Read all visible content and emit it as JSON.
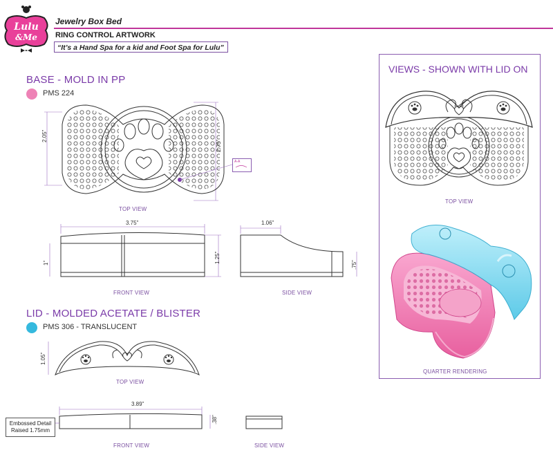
{
  "header": {
    "logo_text": "Lulu & Me",
    "title": "Jewelry Box Bed",
    "subtitle": "RING CONTROL ARTWORK",
    "quote": "“It’s a Hand Spa for a kid and Foot Spa for Lulu”"
  },
  "base": {
    "title": "BASE - MOLD IN PP",
    "pms": "PMS 224",
    "color": "#ee82b6",
    "top_view_label": "TOP VIEW",
    "front_view_label": "FRONT VIEW",
    "side_view_label": "SIDE VIEW",
    "dim_height": "2.05”",
    "dim_depth": "2.75”",
    "dim_width": "3.75”",
    "dim_front_height": "1”",
    "dim_front_total": "1.25”",
    "dim_side_top": "1.06”",
    "dim_side_height": ".75”",
    "aa_label": "A-A"
  },
  "lid": {
    "title": "LID - MOLDED ACETATE / BLISTER",
    "pms": "PMS 306 - TRANSLUCENT",
    "color": "#35b9de",
    "top_view_label": "TOP VIEW",
    "front_view_label": "FRONT VIEW",
    "side_view_label": "SIDE VIEW",
    "dim_height": "1.05”",
    "dim_width": "3.89”",
    "dim_thickness": ".38”",
    "emboss_line1": "Embossed Detail",
    "emboss_line2": "Raised 1.75mm"
  },
  "views": {
    "title": "VIEWS - SHOWN WITH LID ON",
    "top_view_label": "TOP VIEW",
    "rendering_label": "QUARTER  RENDERING"
  },
  "colors": {
    "accent": "#7a3aa8",
    "rule": "#c0359a",
    "base_pink": "#ee82b6",
    "lid_blue": "#35b9de"
  }
}
